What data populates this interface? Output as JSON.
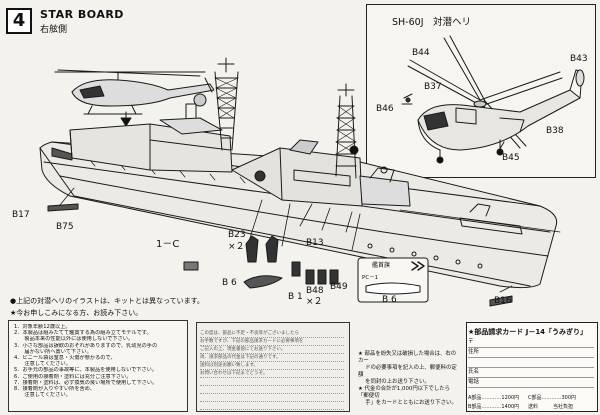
{
  "header": {
    "step_number": "4",
    "title": "STAR BOARD",
    "subtitle": "右舷側"
  },
  "inset": {
    "title": "SH-60J　対潜ヘリ",
    "part_labels": {
      "b44": "B44",
      "b43": "B43",
      "b37": "B37",
      "b46": "B46",
      "b38": "B38",
      "b45": "B45"
    }
  },
  "parts": {
    "b17": "B17",
    "b75": "B75",
    "one_c": "1－C",
    "b23": "B23",
    "b23_qty": "×２",
    "b6": "B 6",
    "b13": "B13",
    "b1": "B 1",
    "b48": "B48",
    "b48_qty": "×２",
    "b49": "B49",
    "b16": "B16",
    "flag_label": "艦首旗",
    "b6_box": "B 6",
    "pc_label": "PC－1"
  },
  "notes": {
    "helicopter_note": "●上記の対潜ヘリのイラストは、キットとは異なっています。",
    "order_lead": "★今お申しこみになる方、お読み下さい。",
    "list": [
      "1．対象年齢12歳以上。",
      "2．本製品は組みたてて鑑賞する為の組み立てモデルです。",
      "　　製品本来の性能以外には使用しないで下さい。",
      "3．小さな部品は誤飲のおそれがありますので、乳幼児の手の",
      "　　届かない所へ置いて下さい。",
      "4．ビニール袋は窒息・火傷が懸かるので、",
      "　　注意してください。",
      "5．お手元の部品の事故等に、本製品を使用しないで下さい。",
      "6．ご使用の接着剤・塗料には充分ご注意下さい。",
      "7．接着剤・塗料は、必ず換気の良い場所で使用して下さい。",
      "8．接着剤が入りやすい所を含め、",
      "　　注意してください。"
    ]
  },
  "center_notice": {
    "lines": [
      "この度は、部品に不足・不良等がございましたら",
      "お手数ですが、下記の部品請求カードに必要事項を",
      "ご記入の上、現金書留にてお送り下さい。",
      "尚、請求部品の代金は下記の通りです。",
      "送料は別途お願い致します。",
      "お問い合わせは下記までどうぞ。",
      "",
      "",
      "",
      ""
    ]
  },
  "order_info": {
    "lines": [
      "★ 部品を紛失又は破損した場合は、右のカー",
      "　 ドの必要事項を記入の上、郵便料の定額",
      "　 を同封の上お送り下さい。",
      "★ 代金の合計が1,000円以下でしたら「郵便切",
      "　 手」をカードとともにお送り下さい。"
    ]
  },
  "card": {
    "title": "★部品請求カード J－14「うみぎり」",
    "rows": [
      "〒",
      "住所",
      "",
      "氏名",
      "電話"
    ],
    "price_a": "A部品…………1200円",
    "price_b": "B部品…………1400円",
    "price_c": "C部品…………300円",
    "price_d": "送料　　　当社負担"
  }
}
